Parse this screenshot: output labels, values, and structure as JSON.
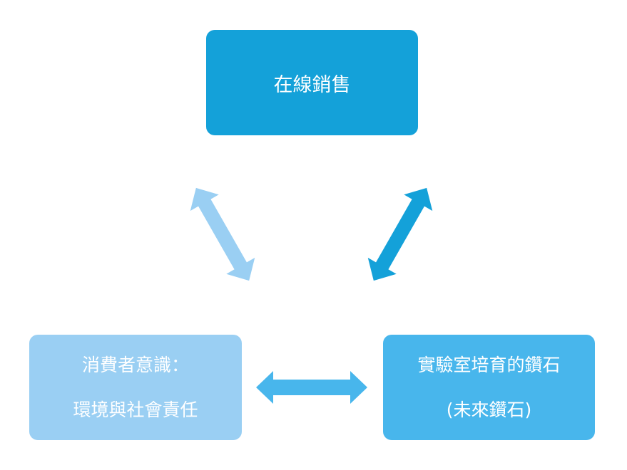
{
  "nodes": {
    "top": {
      "label": "在線銷售"
    },
    "left": {
      "line1": "消費者意識：",
      "line2": "環境與社會責任"
    },
    "right": {
      "line1": "實驗室培育的鑽石",
      "line2": "(未來鑽石)"
    }
  },
  "colors": {
    "top_box": "#14A1D9",
    "left_box": "#9ACFF3",
    "right_box": "#48B6EC",
    "arrow_left": "#9ACFF3",
    "arrow_right": "#14A1D9",
    "arrow_bottom": "#48B6EC",
    "text": "#FFFFFF"
  }
}
